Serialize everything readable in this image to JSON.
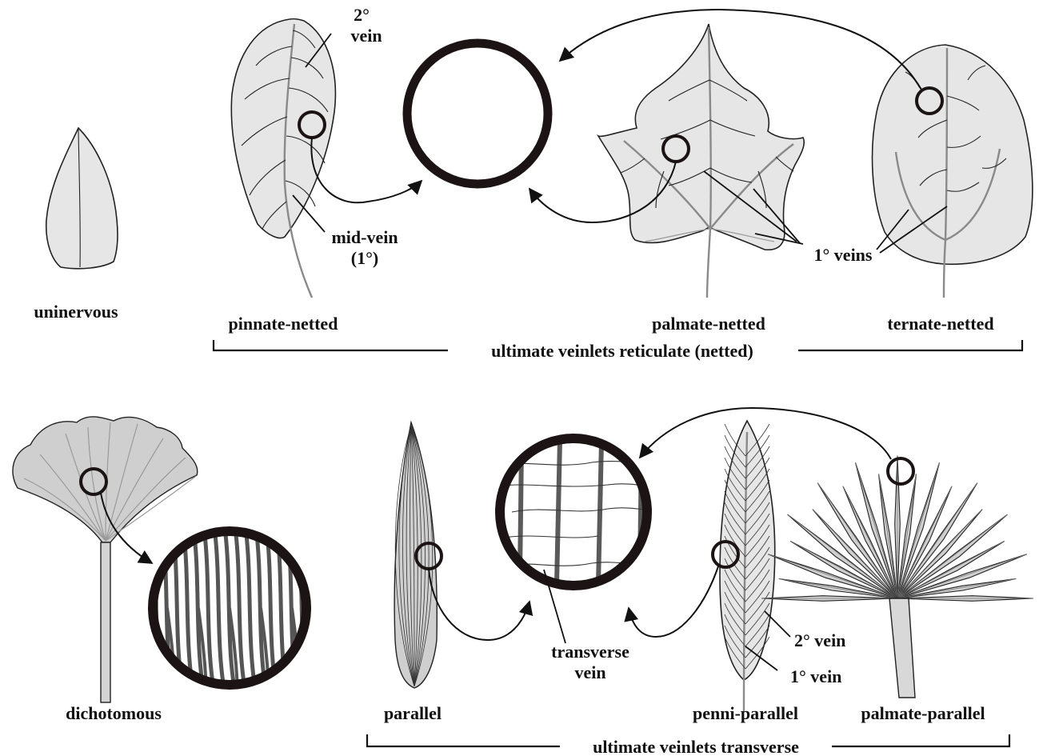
{
  "top_row": {
    "leaves": {
      "uninervous": "uninervous",
      "pinnate": "pinnate-netted",
      "palmate": "palmate-netted",
      "ternate": "ternate-netted"
    },
    "annotations": {
      "secondary_line1": "2°",
      "secondary_line2": "vein",
      "midvein_line1": "mid-vein",
      "midvein_line2": "(1°)",
      "primary_veins": "1° veins"
    },
    "group_caption": "ultimate veinlets reticulate (netted)"
  },
  "bottom_row": {
    "leaves": {
      "dichotomous": "dichotomous",
      "parallel": "parallel",
      "penni_parallel": "penni-parallel",
      "palmate_parallel": "palmate-parallel"
    },
    "annotations": {
      "transverse_line1": "transverse",
      "transverse_line2": "vein",
      "secondary_vein": "2° vein",
      "primary_vein": "1° vein"
    },
    "group_caption": "ultimate veinlets transverse"
  }
}
